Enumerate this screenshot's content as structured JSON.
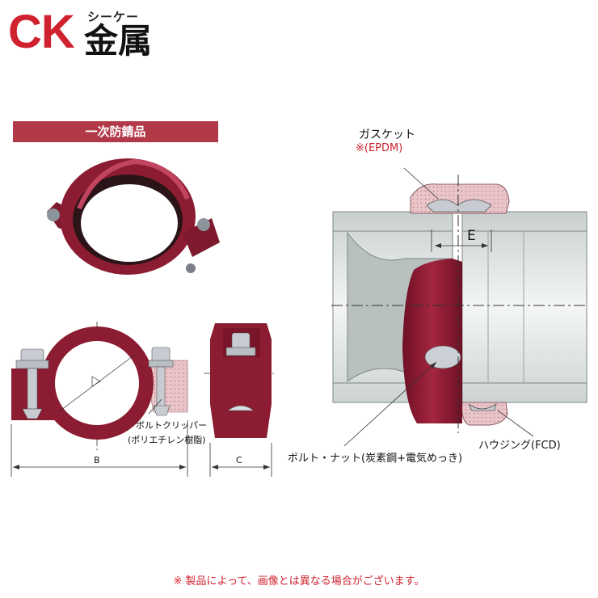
{
  "logo": {
    "brand": "CK",
    "kana": "シーケー",
    "kanji": "金属"
  },
  "banner": {
    "title": "一次防錆品"
  },
  "labels": {
    "gasket": "ガスケット",
    "gasket_material": "※(EPDM)",
    "dimension_e": "E",
    "dimension_b": "B",
    "dimension_c": "C",
    "bolt_clipper_line1": "ボルトクリッパー",
    "bolt_clipper_line2": "(ポリエチレン樹脂)",
    "bolt_nut": "ボルト・ナット(炭素鋼+電気めっき)",
    "housing": "ハウジング(FCD)"
  },
  "footnote": "※ 製品によって、画像とは異なる場合がございます。",
  "colors": {
    "brand_red": "#d0212e",
    "housing": "#8b1c32",
    "banner": "#b23a48",
    "pipe": "#d8dcdc",
    "gasket": "#e7bcc0"
  }
}
